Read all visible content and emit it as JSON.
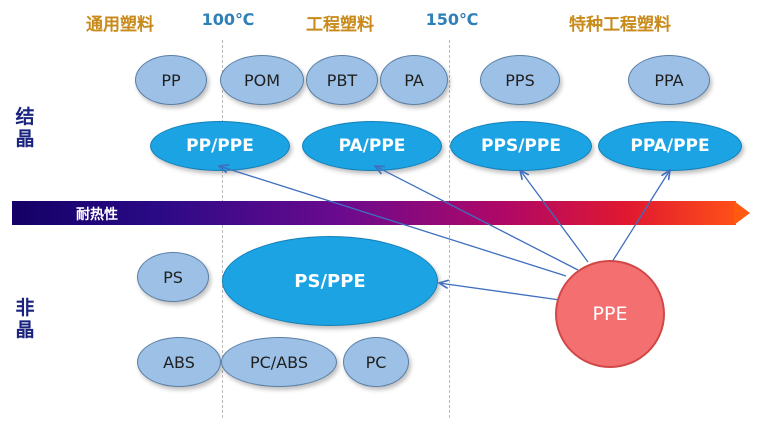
{
  "header": {
    "general": "通用塑料",
    "temp1": "100℃",
    "engineering": "工程塑料",
    "temp2": "150℃",
    "special": "特种工程塑料"
  },
  "side": {
    "crystalline": "结\n晶",
    "amorphous": "非\n晶"
  },
  "bar": {
    "label": "耐热性"
  },
  "crystalline_row": [
    "PP",
    "POM",
    "PBT",
    "PA",
    "PPS",
    "PPA"
  ],
  "blend_row": [
    "PP/PPE",
    "PA/PPE",
    "PPS/PPE",
    "PPA/PPE"
  ],
  "amorphous": {
    "ps": "PS",
    "ps_ppe": "PS/PPE",
    "abs": "ABS",
    "pc_abs": "PC/ABS",
    "pc": "PC"
  },
  "source": "PPE",
  "colors": {
    "category_text": "#c88a1a",
    "temp_text": "#2f7fb8",
    "plain_polymer": "#9cc0e6",
    "blend": "#1ba3e4",
    "ppe": "#f47070",
    "arrow": "#3f6fc0"
  }
}
